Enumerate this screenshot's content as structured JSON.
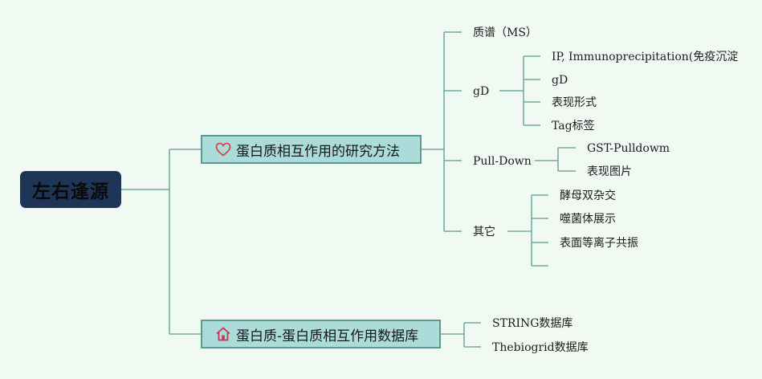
{
  "root": {
    "label": "左右逢源"
  },
  "branches": [
    {
      "label": "蛋白质相互作用的研究方法",
      "icon": "heart-icon",
      "children": [
        {
          "label": "质谱（MS）"
        },
        {
          "label": "gD",
          "children": [
            {
              "label": "IP, Immunoprecipitation(免疫沉淀"
            },
            {
              "label": "gD"
            },
            {
              "label": "表现形式"
            },
            {
              "label": "Tag标签"
            }
          ]
        },
        {
          "label": "Pull-Down",
          "children": [
            {
              "label": "GST-Pulldowm"
            },
            {
              "label": "表现图片"
            }
          ]
        },
        {
          "label": "其它",
          "children": [
            {
              "label": "酵母双杂交"
            },
            {
              "label": "噬菌体展示"
            },
            {
              "label": "表面等离子共振"
            },
            {
              "label": ""
            }
          ]
        }
      ]
    },
    {
      "label": "蛋白质-蛋白质相互作用数据库",
      "icon": "home-icon",
      "children": [
        {
          "label": "STRING数据库"
        },
        {
          "label": "Thebiogrid数据库"
        }
      ]
    }
  ],
  "colors": {
    "line": "#5b9a93",
    "root_bg": "#1f3558",
    "branch_bg": "#abdcd9",
    "heart": "#d2494a",
    "home": "#c9365a"
  }
}
